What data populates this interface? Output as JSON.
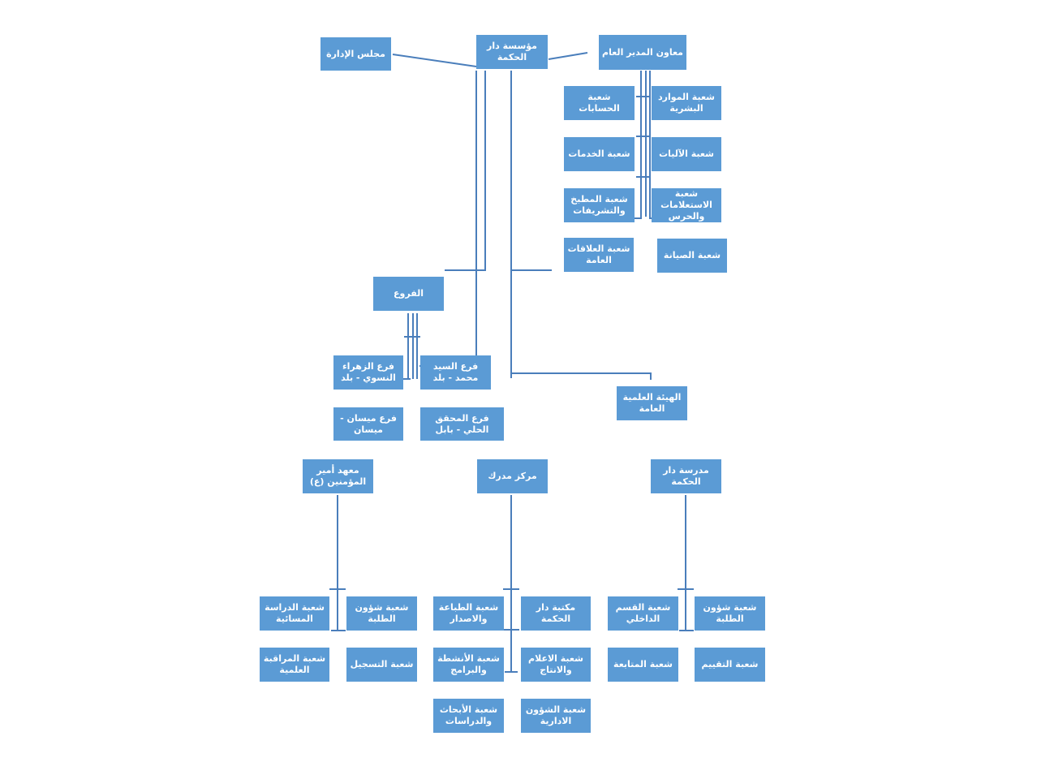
{
  "org_chart": {
    "root": "مؤسسة دار الحكمة",
    "board": "مجلس الإدارة",
    "deputy": "معاون المدير العام",
    "deputy_units": [
      "شعبة الموارد البشرية",
      "شعبة الحسابات",
      "شعبة الآليات",
      "شعبة الخدمات",
      "شعبة الاستعلامات والحرس",
      "شعبة المطبخ والتشريفات",
      "شعبة العلاقات العامة",
      "شعبة الصيانة"
    ],
    "branches": {
      "title": "الفروع",
      "items": [
        "فرع الزهراء النسوي - بلد",
        "فرع السيد محمد - بلد",
        "فرع ميسان - ميسان",
        "فرع المحقق الحلي - بابل"
      ]
    },
    "scientific_board": "الهيئة العلمية العامة",
    "institute": {
      "title": "معهد أمير المؤمنين (ع)",
      "units": [
        "شعبة الدراسة المسائية",
        "شعبة شؤون الطلبة",
        "شعبة المراقبة العلمية",
        "شعبة التسجيل"
      ]
    },
    "center": {
      "title": "مركز مدرك",
      "units": [
        "شعبة الطباعة والاصدار",
        "مكتبة دار الحكمة",
        "شعبة الأنشطة والبرامج",
        "شعبة الاعلام والانتاج",
        "شعبة الأبحاث والدراسات",
        "شعبة الشؤون الادارية"
      ]
    },
    "school": {
      "title": "مدرسة دار الحكمة",
      "units": [
        "شعبة القسم الداخلي",
        "شعبة شؤون الطلبة",
        "شعبة المتابعة",
        "شعبة التقييم"
      ]
    }
  },
  "colors": {
    "box": "#5b9bd5",
    "line": "#4a7ebb",
    "text": "#ffffff"
  }
}
